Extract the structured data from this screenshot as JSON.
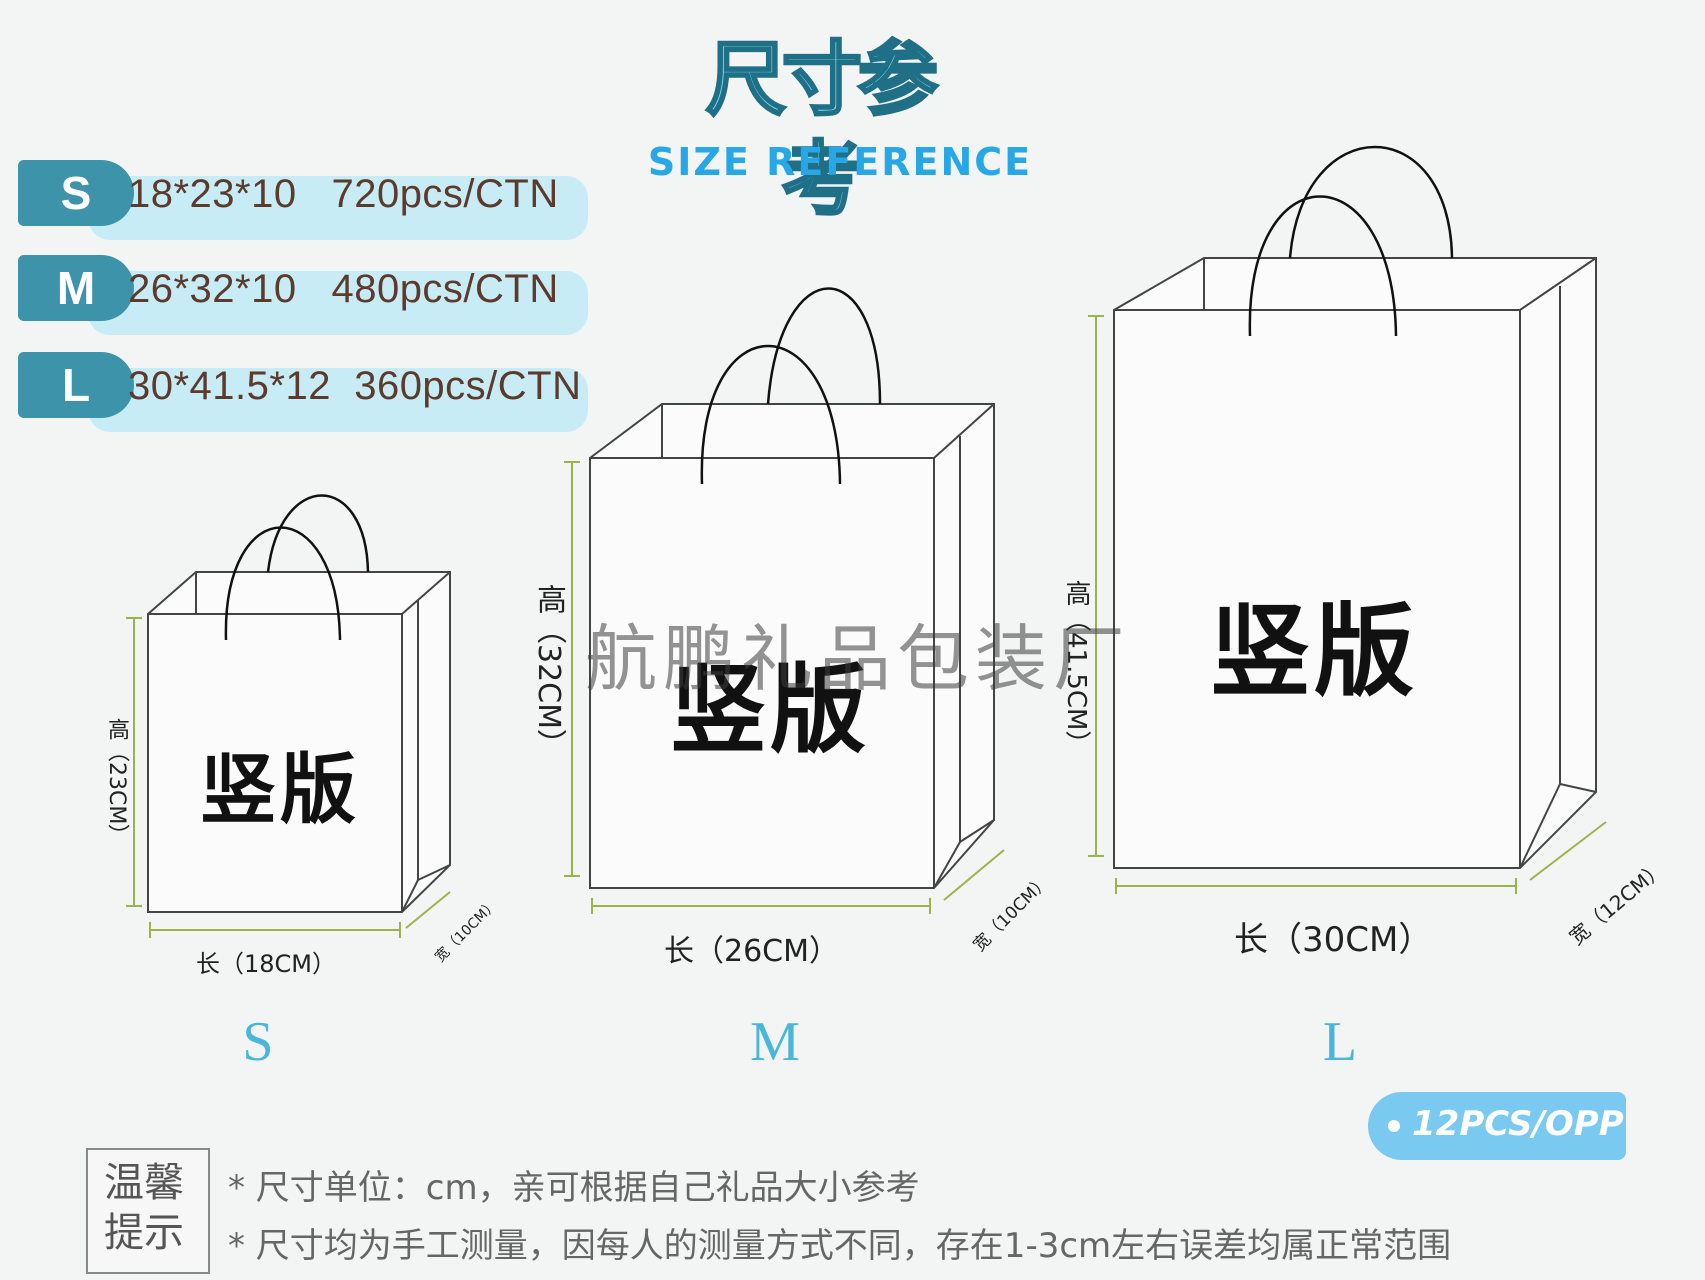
{
  "title": {
    "cn": "尺寸参考",
    "en": "SIZE REFERENCE"
  },
  "sizes": [
    {
      "tag": "S",
      "text": "18*23*10   720pcs/CTN"
    },
    {
      "tag": "M",
      "text": "26*32*10   480pcs/CTN"
    },
    {
      "tag": "L",
      "text": "30*41.5*12  360pcs/CTN"
    }
  ],
  "bags": [
    {
      "word": "竖版",
      "height_label": "高（23CM）",
      "length_label": "长（18CM）",
      "width_label": "宽（10CM）",
      "size_letter": "S"
    },
    {
      "word": "竖版",
      "height_label": "高（32CM）",
      "length_label": "长（26CM）",
      "width_label": "宽（10CM）",
      "size_letter": "M"
    },
    {
      "word": "竖版",
      "height_label": "高（41.5CM）",
      "length_label": "长（30CM）",
      "width_label": "宽（12CM）",
      "size_letter": "L"
    }
  ],
  "watermark": "航鹏礼品包装厂",
  "packing": "12PCS/OPP",
  "tips": {
    "label": "温馨提示",
    "lines": [
      "*  尺寸单位：cm，亲可根据自己礼品大小参考",
      "*  尺寸均为手工测量，因每人的测量方式不同，存在1-3cm左右误差均属正常范围"
    ]
  },
  "colors": {
    "tag": "#3d93a9",
    "pill": "#c7ecf5",
    "dimension_line": "#9bb44a",
    "size_letter": "#4ab6d8",
    "title_en": "#27a7e6"
  }
}
